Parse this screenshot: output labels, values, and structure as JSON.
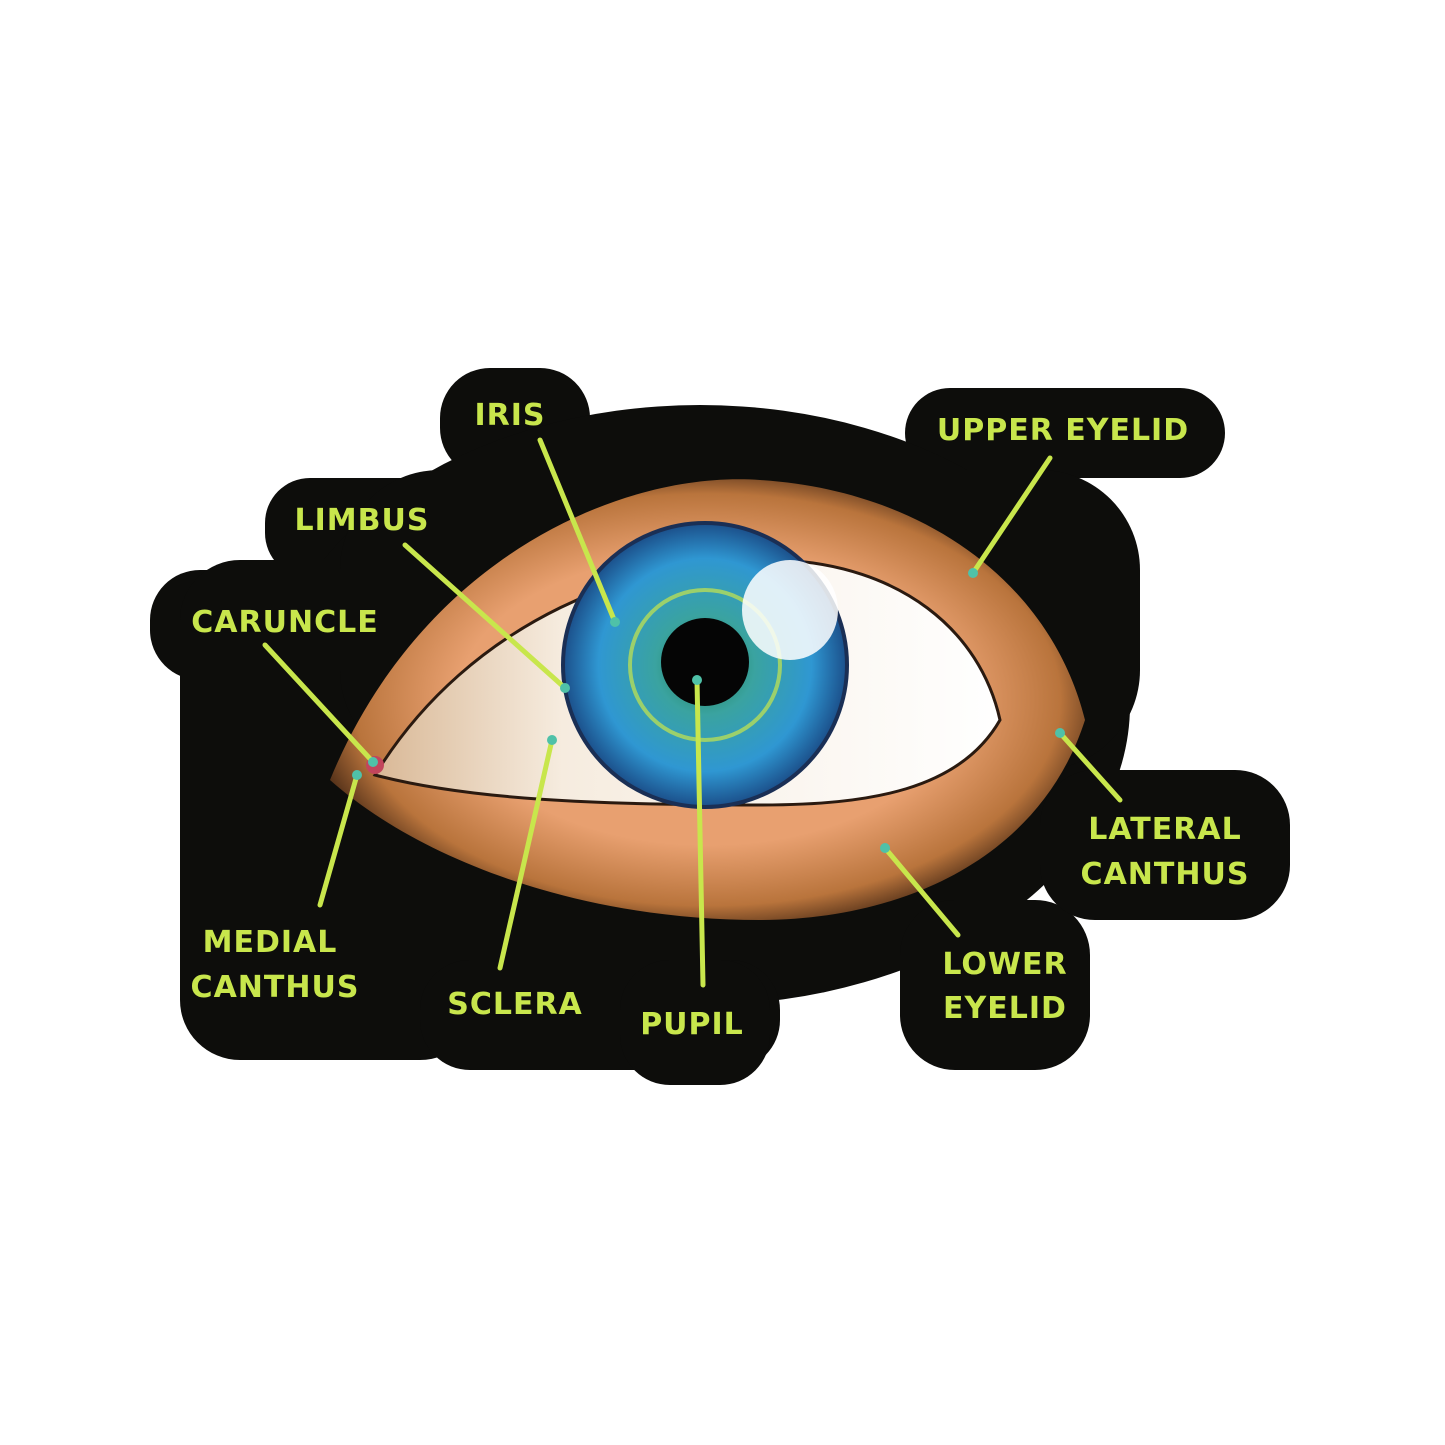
{
  "colors": {
    "sticker": "#0d0d0b",
    "label": "#c8e64c",
    "dot": "#4fc1a8",
    "iris": "#2a8fc9",
    "eyelid": "#c9834a"
  },
  "labels": {
    "iris": "IRIS",
    "limbus": "LIMBUS",
    "caruncle": "CARUNCLE",
    "medial_canthus_1": "MEDIAL",
    "medial_canthus_2": "CANTHUS",
    "sclera": "SCLERA",
    "pupil": "PUPIL",
    "lower_eyelid_1": "LOWER",
    "lower_eyelid_2": "EYELID",
    "lateral_canthus_1": "LATERAL",
    "lateral_canthus_2": "CANTHUS",
    "upper_eyelid": "UPPER EYELID"
  }
}
